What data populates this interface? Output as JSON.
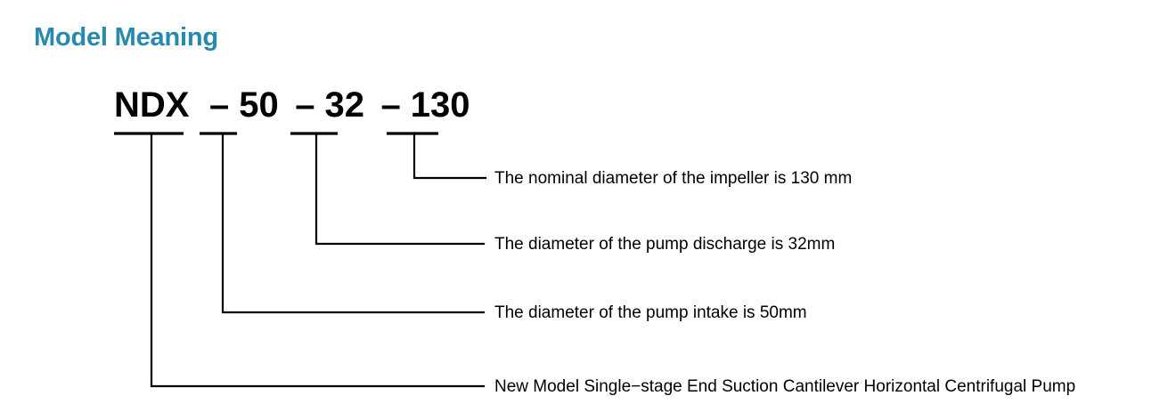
{
  "page": {
    "title": "Model Meaning",
    "title_color": "#2789ae",
    "background": "#ffffff",
    "line_color": "#000000"
  },
  "model_code": {
    "full": "NDX 50 – 32 – 130",
    "segments": [
      {
        "key": "prefix",
        "text": "NDX"
      },
      {
        "key": "intake",
        "text": "50"
      },
      {
        "key": "discharge",
        "text": "32"
      },
      {
        "key": "impeller",
        "text": "130"
      }
    ],
    "separator": "–"
  },
  "callouts": [
    {
      "key": "impeller",
      "label": "The nominal diameter of the impeller is 130 mm",
      "value": "130 mm"
    },
    {
      "key": "discharge",
      "label": "The diameter of the pump discharge is 32mm",
      "value": "32mm"
    },
    {
      "key": "intake",
      "label": "The diameter of the pump intake is 50mm",
      "value": "50mm"
    },
    {
      "key": "model",
      "label": "New Model Single−stage End Suction Cantilever Horizontal Centrifugal Pump",
      "value": "NDX"
    }
  ]
}
